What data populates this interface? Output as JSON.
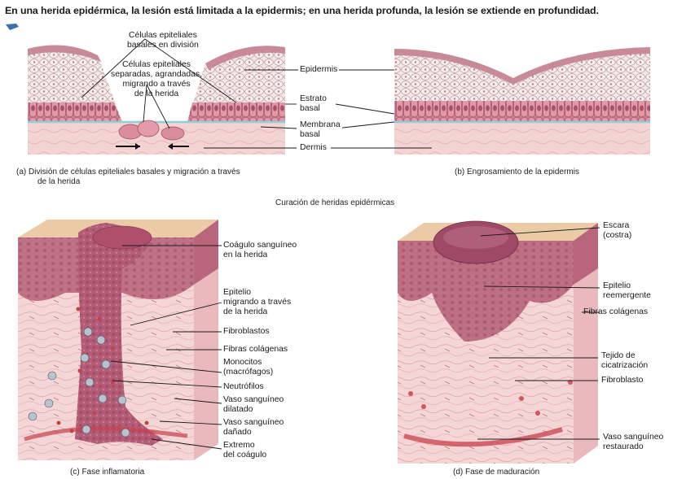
{
  "title": "En una herida epidérmica, la lesión está limitada a la epidermis; en una herida profunda, la lesión se extiende en profundidad.",
  "panel_a": {
    "labels": {
      "celulas_division": [
        "Células epiteliales",
        "basales en división"
      ],
      "celulas_migrando": [
        "Células epiteliales",
        "separadas, agrandadas,",
        "migrando a través",
        "de la herida"
      ],
      "epidermis": "Epidermis",
      "estrato_basal": [
        "Estrato",
        "basal"
      ],
      "membrana_basal": [
        "Membrana",
        "basal"
      ],
      "dermis": "Dermis"
    },
    "caption": [
      "(a) División de células epiteliales basales y migración a través",
      "de la herida"
    ]
  },
  "panel_b": {
    "caption": "(b) Engrosamiento de la epidermis"
  },
  "section_caption": "Curación de heridas epidérmicas",
  "panel_c": {
    "labels": {
      "coagulo": [
        "Coágulo sanguíneo",
        "en la herida"
      ],
      "epitelio_migrando": [
        "Epitelio",
        "migrando a través",
        "de la herida"
      ],
      "fibroblastos": "Fibroblastos",
      "fibras_colagenas": "Fibras colágenas",
      "monocitos": [
        "Monocitos",
        "(macrófagos)"
      ],
      "neutrofilos": "Neutrófilos",
      "vaso_dilatado": [
        "Vaso sanguíneo",
        "dilatado"
      ],
      "vaso_danado": [
        "Vaso sanguíneo",
        "dañado"
      ],
      "extremo_coagulo": [
        "Extremo",
        "del coágulo"
      ]
    },
    "caption": "(c) Fase inflamatoria"
  },
  "panel_d": {
    "labels": {
      "escara": [
        "Escara",
        "(costra)"
      ],
      "epitelio_reemergente": [
        "Epitelio",
        "reemergente"
      ],
      "fibras_colagenas": "Fibras colágenas",
      "tejido_cicatrizacion": [
        "Tejido de",
        "cicatrización"
      ],
      "fibroblasto": "Fibroblasto",
      "vaso_restaurado": [
        "Vaso sanguíneo",
        "restaurado"
      ]
    },
    "caption": "(d) Fase de maduración"
  },
  "colors": {
    "epidermis": "#d98c9c",
    "cells": "#f3e6e6",
    "dermis": "#f4cfcf",
    "clot": "#a94d6d",
    "scab": "#9e4a66",
    "skin_top": "#e9c9a8",
    "blood": "#c8404a",
    "membrane": "#8fd0d8"
  }
}
